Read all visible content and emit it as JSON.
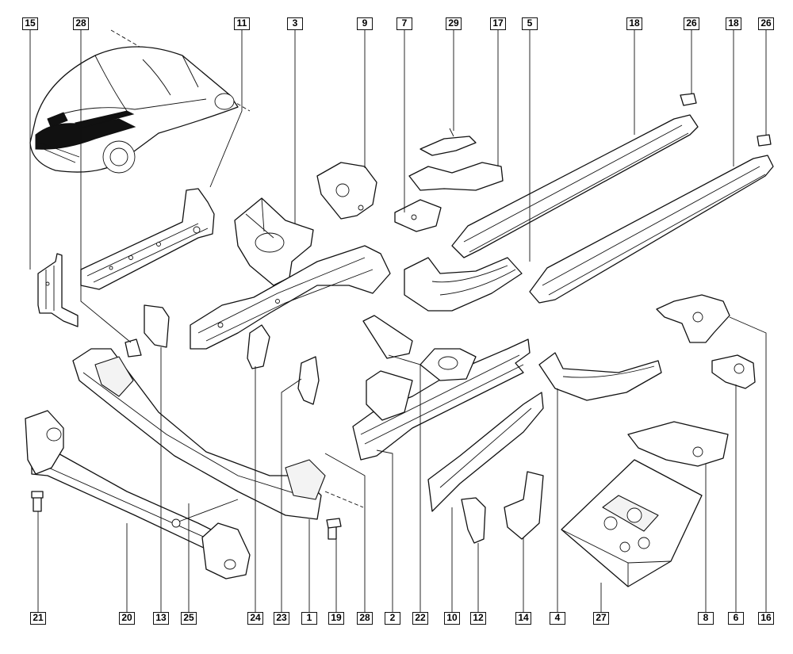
{
  "callouts_top": [
    "15",
    "28",
    "11",
    "3",
    "9",
    "7",
    "29",
    "17",
    "5",
    "18",
    "26",
    "18",
    "26"
  ],
  "callouts_bottom": [
    "21",
    "20",
    "13",
    "25",
    "24",
    "23",
    "1",
    "19",
    "28",
    "2",
    "22",
    "10",
    "12",
    "14",
    "4",
    "27",
    "8",
    "6",
    "16"
  ],
  "colors": {
    "line": "#111111",
    "background": "#ffffff"
  },
  "parts": [
    "car-overview",
    "left-upright-bracket",
    "front-side-member",
    "wheel-arch-upper",
    "upper-panel-bracket",
    "small-bracket",
    "clip-bracket",
    "gusset-bracket",
    "arch-cover-left",
    "sill-rail-upper",
    "sill-rail-lower",
    "end-cap",
    "mount-bracket-right",
    "small-plate-right",
    "box-of-fasteners",
    "bumper-beam",
    "lower-crossmember",
    "engine-mount-left",
    "engine-mount-right",
    "bolt",
    "pin",
    "front-side-member-right",
    "side-panel-right",
    "arch-cover-right",
    "small-bracket-12",
    "bracket-14"
  ]
}
